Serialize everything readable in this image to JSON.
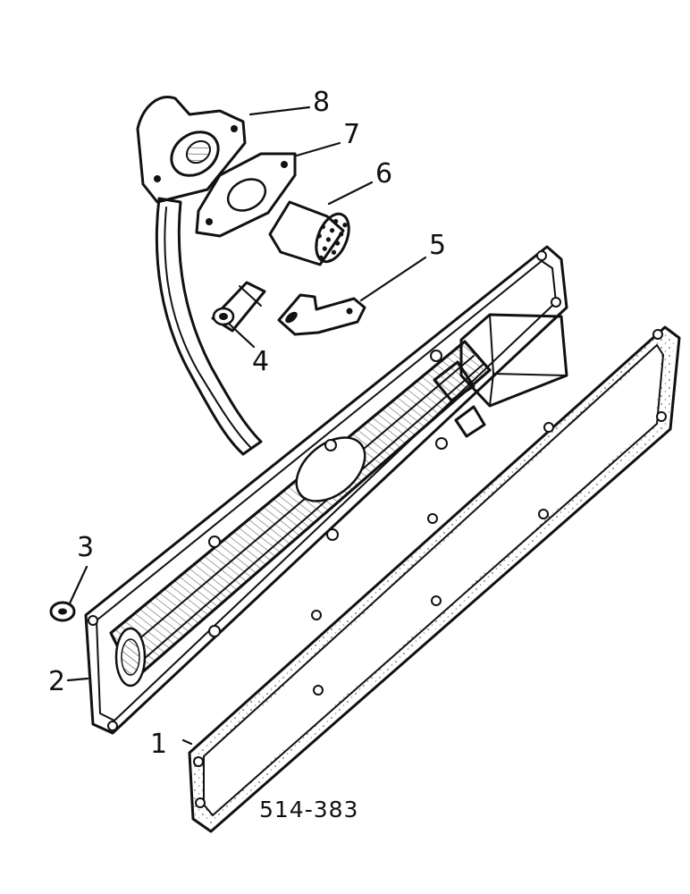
{
  "diagram": {
    "reference": "514-383",
    "callouts": [
      {
        "id": "1",
        "label": "1"
      },
      {
        "id": "2",
        "label": "2"
      },
      {
        "id": "3",
        "label": "3"
      },
      {
        "id": "4",
        "label": "4"
      },
      {
        "id": "5",
        "label": "5"
      },
      {
        "id": "6",
        "label": "6"
      },
      {
        "id": "7",
        "label": "7"
      },
      {
        "id": "8",
        "label": "8"
      }
    ]
  }
}
